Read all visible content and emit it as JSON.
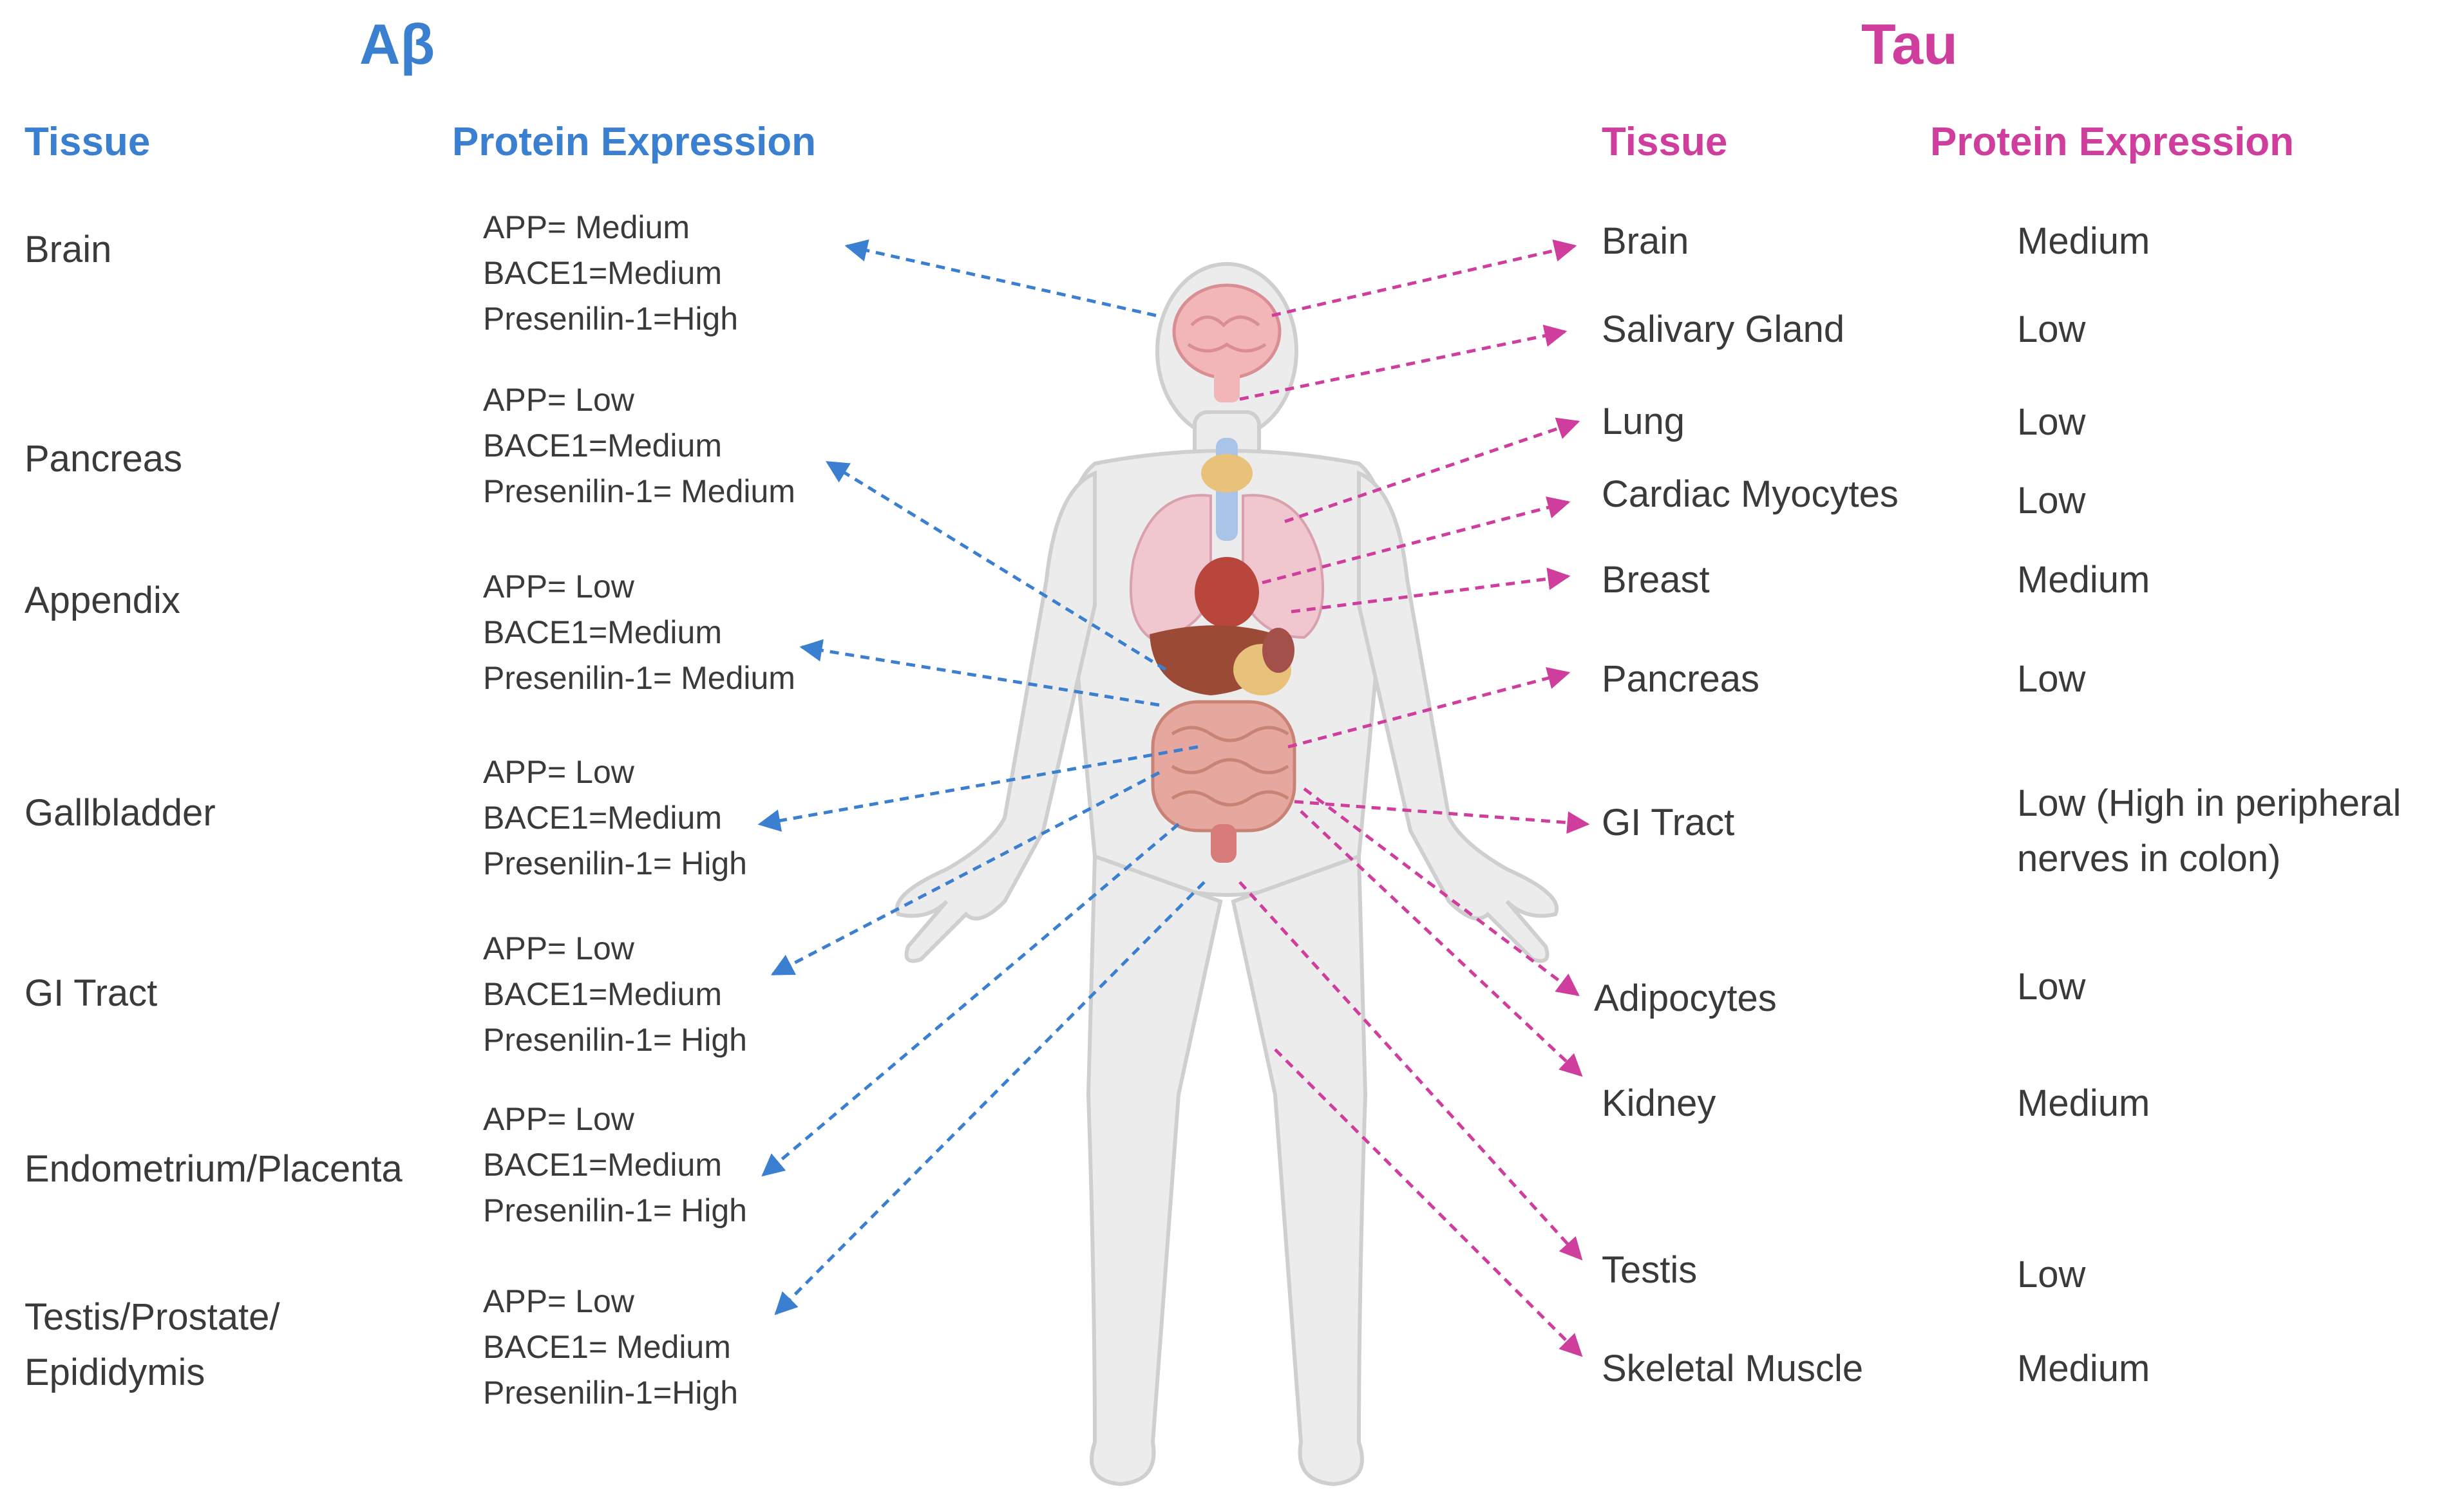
{
  "abeta": {
    "title": "Aβ",
    "color": "#3a7fd0",
    "tissue_header": "Tissue",
    "expression_header": "Protein Expression",
    "rows": [
      {
        "tissue": "Brain",
        "expression": [
          "APP= Medium",
          "BACE1=Medium",
          "Presenilin-1=High"
        ]
      },
      {
        "tissue": "Pancreas",
        "expression": [
          "APP= Low",
          "BACE1=Medium",
          "Presenilin-1= Medium"
        ]
      },
      {
        "tissue": "Appendix",
        "expression": [
          "APP= Low",
          "BACE1=Medium",
          "Presenilin-1= Medium"
        ]
      },
      {
        "tissue": "Gallbladder",
        "expression": [
          "APP= Low",
          "BACE1=Medium",
          "Presenilin-1= High"
        ]
      },
      {
        "tissue": "GI Tract",
        "expression": [
          "APP= Low",
          "BACE1=Medium",
          "Presenilin-1= High"
        ]
      },
      {
        "tissue": "Endometrium/Placenta",
        "expression": [
          "APP= Low",
          "BACE1=Medium",
          "Presenilin-1= High"
        ]
      },
      {
        "tissue": "Testis/Prostate/ Epididymis",
        "tissue_lines": [
          "Testis/Prostate/",
          "Epididymis"
        ],
        "expression": [
          "APP= Low",
          "BACE1= Medium",
          "Presenilin-1=High"
        ]
      }
    ]
  },
  "tau": {
    "title": "Tau",
    "color": "#cf3d9d",
    "tissue_header": "Tissue",
    "expression_header": "Protein Expression",
    "rows": [
      {
        "tissue": "Brain",
        "expression": "Medium"
      },
      {
        "tissue": "Salivary Gland",
        "expression": "Low"
      },
      {
        "tissue": "Lung",
        "expression": "Low"
      },
      {
        "tissue": "Cardiac Myocytes",
        "expression": "Low"
      },
      {
        "tissue": "Breast",
        "expression": "Medium"
      },
      {
        "tissue": "Pancreas",
        "expression": "Low"
      },
      {
        "tissue": "GI Tract",
        "expression": "Low (High in peripheral nerves in colon)",
        "expression_lines": [
          "Low (High in peripheral",
          "nerves in colon)"
        ]
      },
      {
        "tissue": "Adipocytes",
        "expression": "Low"
      },
      {
        "tissue": "Kidney",
        "expression": "Medium"
      },
      {
        "tissue": "Testis",
        "expression": "Low"
      },
      {
        "tissue": "Skeletal Muscle",
        "expression": "Medium"
      }
    ]
  }
}
